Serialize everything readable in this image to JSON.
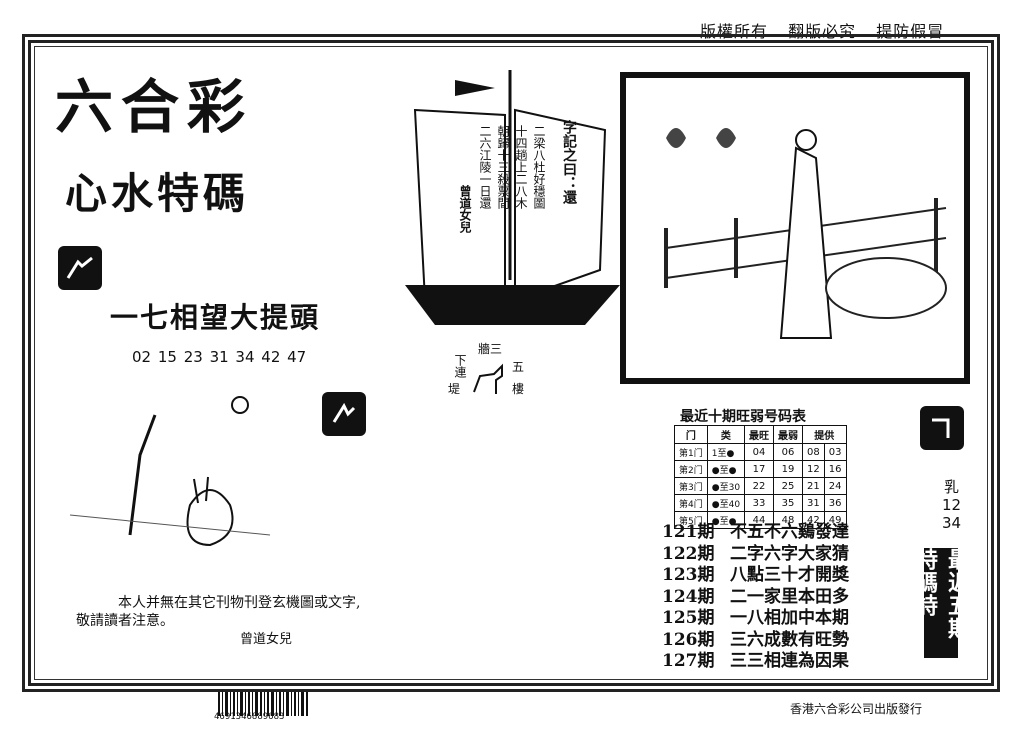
{
  "header": {
    "rights": [
      "版權所有",
      "翻版必究",
      "提防假冒"
    ]
  },
  "title": {
    "main": "六合彩",
    "sub": "心水特碼"
  },
  "headline": "一七相望大提頭",
  "numbers": "02 15 23 31 34 42 47",
  "poem": {
    "title": "字記之曰：還",
    "columns": [
      "二梁八杜好穩圖",
      "十四趟上二八木",
      "朝歸十三殺票間",
      "二六江陵一日還",
      "曾道女兒"
    ]
  },
  "horse_caption": {
    "top": "牆三",
    "left": "下連",
    "right": "五",
    "bottom_left": "堤",
    "bottom_right": "樓"
  },
  "table": {
    "title": "最近十期旺弱号码表",
    "headers": [
      "门",
      "类",
      "最旺",
      "最弱",
      "提供"
    ],
    "rows": [
      {
        "door": "第1门",
        "range": "1至●",
        "hot": "04",
        "cold": "06",
        "pick": [
          "08",
          "03"
        ]
      },
      {
        "door": "第2门",
        "range": "●至●",
        "hot": "17",
        "cold": "19",
        "pick": [
          "12",
          "16"
        ]
      },
      {
        "door": "第3门",
        "range": "●至30",
        "hot": "22",
        "cold": "25",
        "pick": [
          "21",
          "24"
        ]
      },
      {
        "door": "第4门",
        "range": "●至40",
        "hot": "33",
        "cold": "35",
        "pick": [
          "31",
          "36"
        ]
      },
      {
        "door": "第5门",
        "range": "●至●",
        "hot": "44",
        "cold": "48",
        "pick": [
          "42",
          "49"
        ]
      }
    ]
  },
  "predictions": [
    {
      "period": "121期",
      "text": "不五不六鷄發達"
    },
    {
      "period": "122期",
      "text": "二字六字大家猜"
    },
    {
      "period": "123期",
      "text": "八點三十才開獎"
    },
    {
      "period": "124期",
      "text": "二一家里本田多"
    },
    {
      "period": "125期",
      "text": "一八相加中本期"
    },
    {
      "period": "126期",
      "text": "三六成數有旺勢"
    },
    {
      "period": "127期",
      "text": "三三相連為因果"
    }
  ],
  "side": {
    "vertical": "最近五期特碼詩",
    "small_top": "乳",
    "small_nums": [
      "12",
      "34"
    ]
  },
  "notice": {
    "lines": [
      "本人并無在其它刊物刊登玄機圖或文字,",
      "敬請讀者注意。"
    ],
    "author": "曾道女兒"
  },
  "publisher": "香港六合彩公司出版發行",
  "barcode": "4691346889683"
}
